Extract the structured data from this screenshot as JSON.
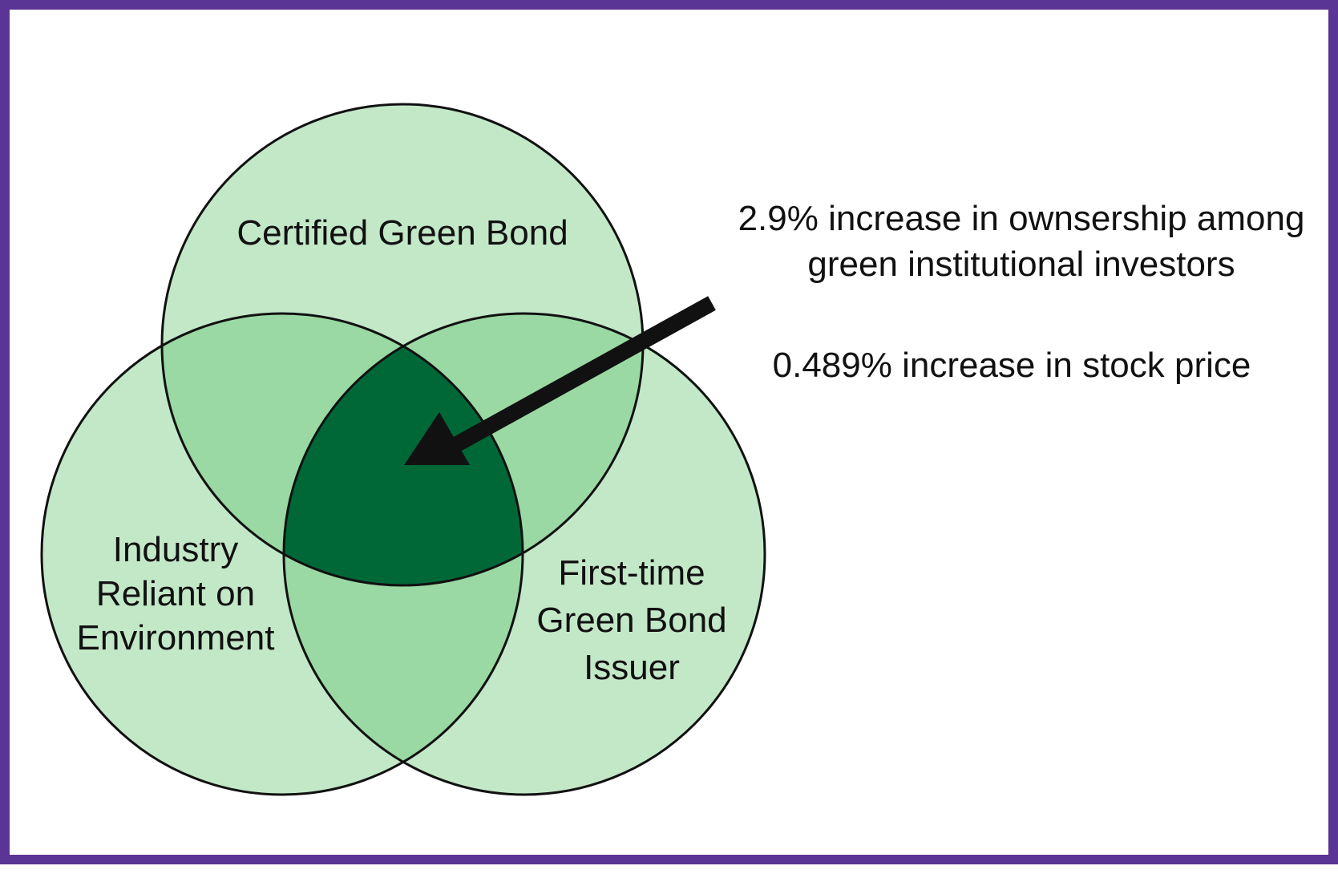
{
  "colors": {
    "frame": "#5b3595",
    "single_region": "#c3e8c8",
    "pair_overlap": "#9ad9a3",
    "triple_overlap": "#006837",
    "outline": "#111111"
  },
  "venn": {
    "top_label": "Certified Green Bond",
    "left_label": [
      "Industry",
      "Reliant on",
      "Environment"
    ],
    "right_label": [
      "First-time",
      "Green Bond",
      "Issuer"
    ]
  },
  "annotation": {
    "line1": "2.9% increase in ownsership among",
    "line2": "green institutional investors",
    "line3": "0.489% increase in stock price",
    "arrow_icon": "arrow-pointing-to-center-icon"
  }
}
